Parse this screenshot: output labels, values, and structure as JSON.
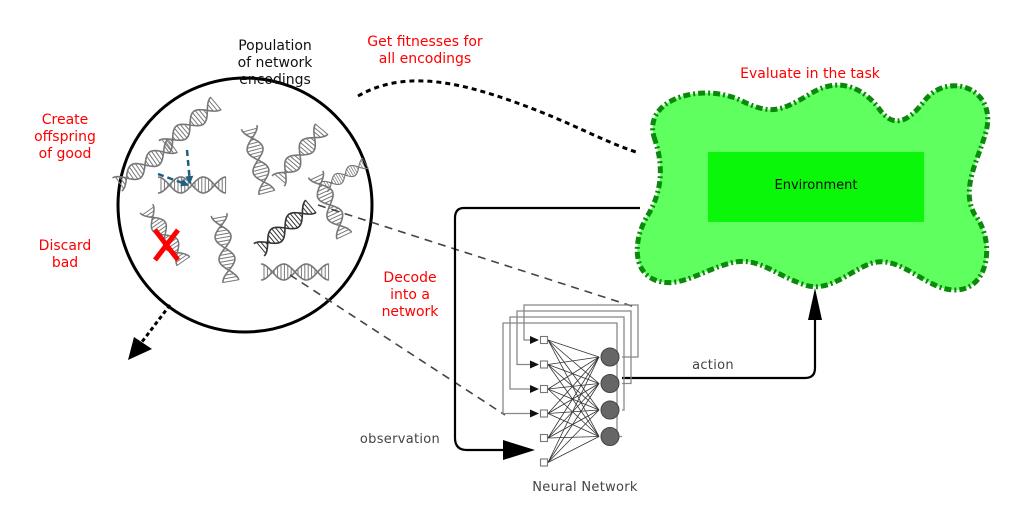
{
  "diagram": {
    "title": "Neuroevolution loop",
    "colors": {
      "annotation_red": "#ff0000",
      "environment_blob_fill": "#60ff60",
      "environment_blob_border": "#0a8a0a",
      "environment_box_fill": "#0af70a",
      "crossover_arrow": "#1f5f7f",
      "discard_x": "#ff0000",
      "network_node": "#666666"
    },
    "labels": {
      "population": [
        "Population",
        "of network",
        "encodings"
      ],
      "create_offspring": [
        "Create",
        "offspring",
        "of good"
      ],
      "discard": [
        "Discard",
        "bad"
      ],
      "get_fitnesses": [
        "Get fitnesses for",
        "all encodings"
      ],
      "evaluate": "Evaluate in the task",
      "environment": "Environment",
      "decode": [
        "Decode",
        "into a",
        "network"
      ],
      "action": "action",
      "observation": "observation",
      "neural_network": "Neural Network"
    },
    "neural_network": {
      "input_nodes": 6,
      "output_nodes": 4,
      "recurrent_inputs": 4
    },
    "population": {
      "dna_strands": 11,
      "discarded_marker": "X"
    }
  }
}
